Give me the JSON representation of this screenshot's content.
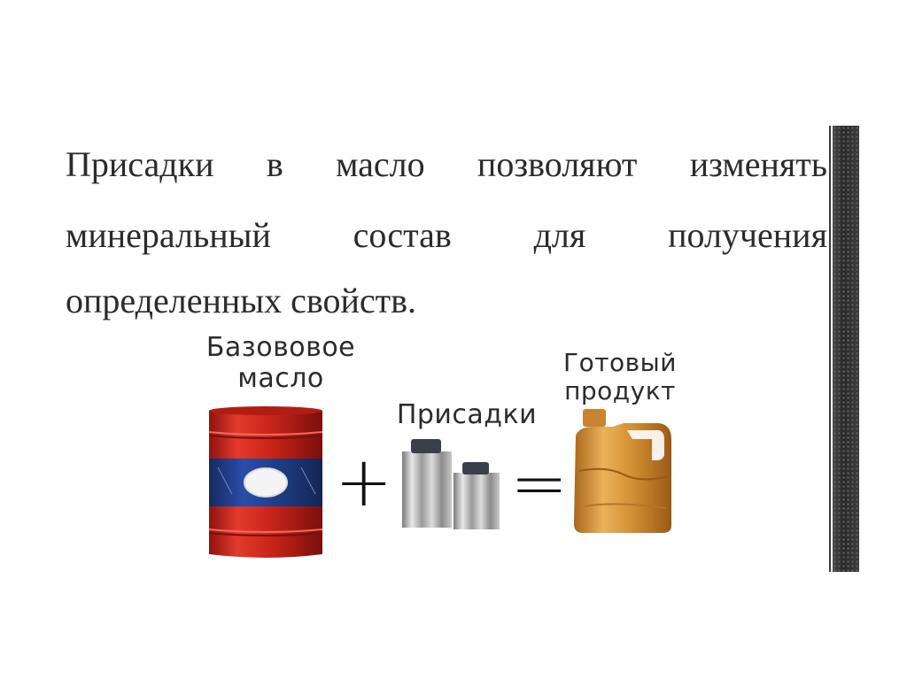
{
  "slide": {
    "paragraph": {
      "line1": [
        "Присадки",
        "в",
        "масло",
        "позволяют",
        "изменять"
      ],
      "line2": [
        "минеральный",
        "состав",
        "для",
        "получения"
      ],
      "line3": "определенных свойств."
    },
    "diagram": {
      "base_oil_label_1": "Базововое",
      "base_oil_label_2": "масло",
      "additives_label": "Присадки",
      "product_label_1": "Готовый",
      "product_label_2": "продукт",
      "plus": "+",
      "equals": "="
    },
    "icons": {
      "barrel": "oil-barrel-icon",
      "cans": "additive-cans-icon",
      "canister": "oil-canister-icon"
    },
    "colors": {
      "barrel_red": "#d42a1f",
      "barrel_band": "#1f3f8f",
      "canister": "#d99a3a",
      "text": "#2b2b2b"
    }
  }
}
